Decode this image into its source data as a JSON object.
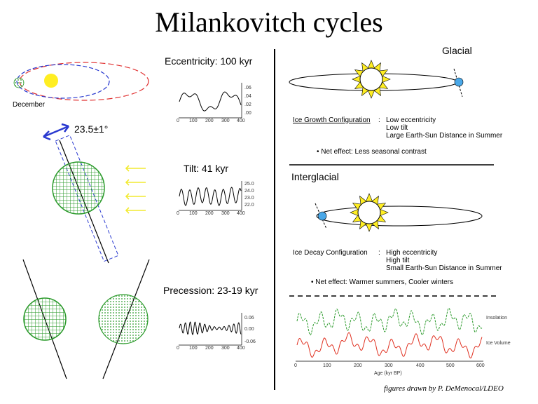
{
  "title": "Milankovitch cycles",
  "left": {
    "december_label": "December",
    "tilt_angle_label": "23.5±1°"
  },
  "middle": {
    "eccentricity_title": "Eccentricity: 100 kyr",
    "eccentricity_ticks_x": [
      "0",
      "100",
      "200",
      "300",
      "400"
    ],
    "eccentricity_ticks_y": [
      ".06",
      ".04",
      ".02",
      ".00"
    ],
    "tilt_title": "Tilt: 41 kyr",
    "tilt_ticks_x": [
      "0",
      "100",
      "200",
      "300",
      "400"
    ],
    "tilt_ticks_y": [
      "25.0",
      "24.0",
      "23.0",
      "22.0"
    ],
    "precession_title": "Precession: 23-19 kyr",
    "precession_ticks_x": [
      "0",
      "100",
      "200",
      "300",
      "400"
    ],
    "precession_ticks_y": [
      "0.06",
      "0.00",
      "-0.06"
    ]
  },
  "right": {
    "glacial_label": "Glacial",
    "ice_growth_heading": "Ice Growth Configuration",
    "ice_growth_lines": [
      "Low eccentricity",
      "Low tilt",
      "Large Earth-Sun Distance in Summer"
    ],
    "glacial_net_effect": "• Net effect: Less seasonal contrast",
    "interglacial_label": "Interglacial",
    "ice_decay_heading": "Ice Decay Configuration",
    "ice_decay_lines": [
      "High eccentricity",
      "High tilt",
      "Small Earth-Sun Distance in Summer"
    ],
    "interglacial_net_effect": "• Net effect: Warmer summers, Cooler winters",
    "insolation_label": "Insolation",
    "ice_volume_label": "Ice Volume",
    "bottom_ticks_x": [
      "0",
      "100",
      "200",
      "300",
      "400",
      "500",
      "600"
    ],
    "bottom_xlabel": "Age (kyr BP)"
  },
  "credit": "figures drawn by P. DeMenocal/LDEO",
  "colors": {
    "orbit_red": "#e03030",
    "orbit_blue": "#2a3ad0",
    "sun_yellow": "#ffee22",
    "earth_green": "#2a9a2a",
    "arrow_yellow": "#f2ea30",
    "earth_blue": "#4aa8e8",
    "insolation_green": "#2a9a2a",
    "ice_red": "#e03020"
  }
}
